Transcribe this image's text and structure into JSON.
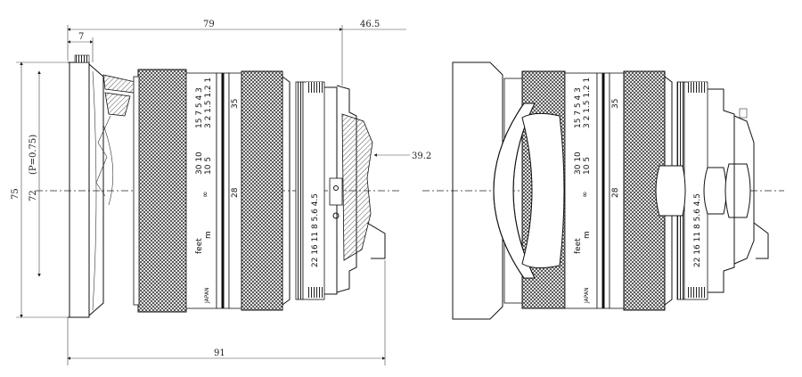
{
  "dimensions": {
    "top_overall": "79",
    "top_front": "7",
    "top_rear": "46.5",
    "bottom_overall": "91",
    "left_outer": "75",
    "left_inner": "72",
    "left_pitch": "(P=0.75)",
    "right_mount": "39.2"
  },
  "scales": {
    "focus_label": "feet",
    "unit_label": "m",
    "infinity": "∞",
    "made_in": "JAPAN",
    "feet_row_1": "15 7 5 4 3",
    "feet_row_2": "30 10",
    "meter_row_1": "3 2 1.5 1.2 1",
    "meter_row_2": "10 5",
    "aperture_row": "22 16 11 8 5.6 4.5",
    "dof_mark": "28",
    "focal_mark": "35"
  },
  "colors": {
    "ink": "#111111",
    "paper": "#ffffff",
    "hatch": "#555555"
  }
}
